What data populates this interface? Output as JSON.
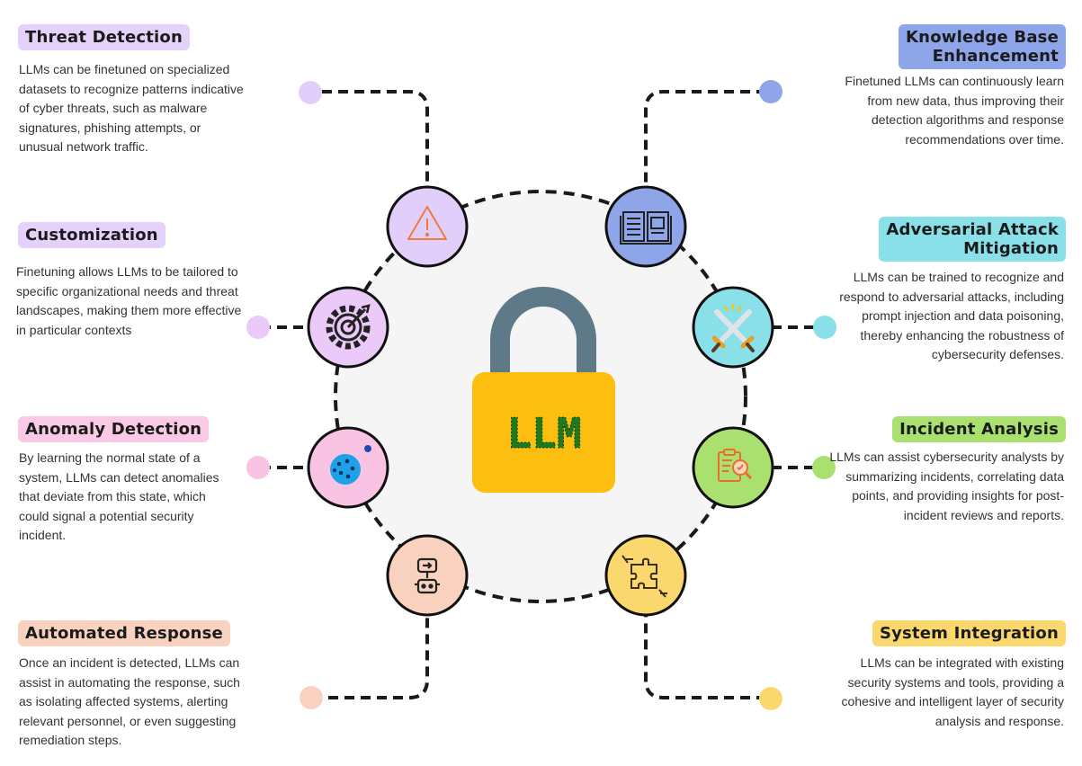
{
  "center": {
    "label": "LLM"
  },
  "colors": {
    "lock_body": "#FDBF0F",
    "lock_shackle": "#5E7987",
    "lock_text": "#1E7A1E",
    "hub_fill": "#F5F5F5",
    "dash": "#1A1A1A",
    "purple": "#E2CEFA",
    "blue": "#8FA5EA",
    "teal": "#89E0E8",
    "green": "#A9E06F",
    "yellow": "#FBD86E",
    "peach": "#F8D2BF",
    "pink": "#F9C3E4",
    "tag_purple": "#E4D2FB",
    "tag_pink": "#F9C9E6"
  },
  "items": [
    {
      "id": "threat-detection",
      "title": "Threat Detection",
      "description": "LLMs can be finetuned on specialized datasets to recognize patterns indicative of cyber threats, such as malware signatures, phishing attempts, or unusual network traffic.",
      "icon": "warning-triangle-icon"
    },
    {
      "id": "customization",
      "title": "Customization",
      "description": "Finetuning allows LLMs to be tailored to specific organizational needs and threat landscapes, making them more effective in particular contexts",
      "icon": "target-gear-icon"
    },
    {
      "id": "anomaly-detection",
      "title": "Anomaly Detection",
      "description": "By learning the normal state of a system, LLMs can detect anomalies that deviate from this state, which could signal a potential security incident.",
      "icon": "cell-anomaly-icon"
    },
    {
      "id": "automated-response",
      "title": "Automated Response",
      "description": "Once an incident is detected, LLMs can assist in automating the response, such as isolating affected systems, alerting relevant personnel, or even suggesting remediation steps.",
      "icon": "robot-icon"
    },
    {
      "id": "knowledge-base",
      "title_line1": "Knowledge Base",
      "title_line2": "Enhancement",
      "description": "Finetuned LLMs can continuously learn from new data, thus improving their detection algorithms and response recommendations over time.",
      "icon": "open-book-icon"
    },
    {
      "id": "adversarial-attack",
      "title_line1": "Adversarial Attack",
      "title_line2": "Mitigation",
      "description": "LLMs can be trained to recognize and respond to adversarial attacks, including prompt injection and data poisoning, thereby enhancing the robustness of cybersecurity defenses.",
      "icon": "crossed-swords-icon"
    },
    {
      "id": "incident-analysis",
      "title": "Incident Analysis",
      "description": "LLMs can assist cybersecurity analysts by summarizing incidents, correlating data points, and providing insights for post-incident reviews and reports.",
      "icon": "clipboard-analysis-icon"
    },
    {
      "id": "system-integration",
      "title": "System Integration",
      "description": "LLMs can be integrated with existing security systems and tools, providing a cohesive and intelligent layer of security analysis and response.",
      "icon": "puzzle-hands-icon"
    }
  ]
}
